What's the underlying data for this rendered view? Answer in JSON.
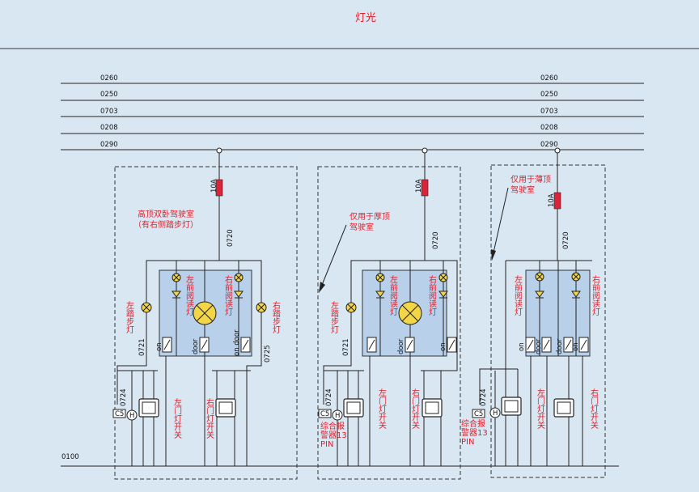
{
  "header": {
    "title": "灯光"
  },
  "bus": {
    "lines": [
      "0260",
      "0250",
      "0703",
      "0208",
      "0290"
    ],
    "ground": "0100"
  },
  "panels": [
    {
      "note_lines": [
        "高顶双卧驾驶室",
        "（有右侧踏步灯）"
      ],
      "fuse": "10A",
      "main_wire": "0720",
      "left_step_lamp": "左踏步灯",
      "right_step_lamp": "右踏步灯",
      "left_reading_lamp": "左前阅读灯",
      "right_reading_lamp": "右前阅读灯",
      "switch_on": "on",
      "switch_door": "door",
      "switch_on_door": "on door",
      "wire_left": "0721",
      "wire_right": "0725",
      "wire_alarm": "0724",
      "connector": "C5",
      "connector_h": "H",
      "left_door_switch": "左门灯开关",
      "right_door_switch": "右门灯开关"
    },
    {
      "note_lines": [
        "仅用于厚顶",
        "驾驶室"
      ],
      "fuse": "10A",
      "main_wire": "0720",
      "left_step_lamp": "左踏步灯",
      "left_reading_lamp": "左前阅读灯",
      "right_reading_lamp": "右前阅读灯",
      "switch_door": "door",
      "switch_on": "on",
      "wire_left": "0721",
      "wire_alarm": "0724",
      "connector": "C5",
      "connector_h": "H",
      "alarm_lines": [
        "综合报",
        "警器13",
        "PIN"
      ],
      "left_door_switch": "左门灯开关",
      "right_door_switch": "右门灯开关"
    },
    {
      "note_lines": [
        "仅用于薄顶",
        "驾驶室"
      ],
      "fuse": "10A",
      "main_wire": "0720",
      "left_reading_lamp": "左前阅读灯",
      "right_reading_lamp": "右前阅读灯",
      "switch_on": "on",
      "switch_door": "door",
      "wire_alarm": "0724",
      "connector": "C5",
      "connector_h": "H",
      "alarm_lines": [
        "综合报",
        "警器13",
        "PIN"
      ],
      "left_door_switch": "左门灯开关",
      "right_door_switch": "右门灯开关"
    }
  ],
  "colors": {
    "background": "#d9e7f3",
    "label": "#e0202a",
    "fuse": "#d9243a",
    "lamp": "#f3d646",
    "module": "#b9d0ea"
  }
}
